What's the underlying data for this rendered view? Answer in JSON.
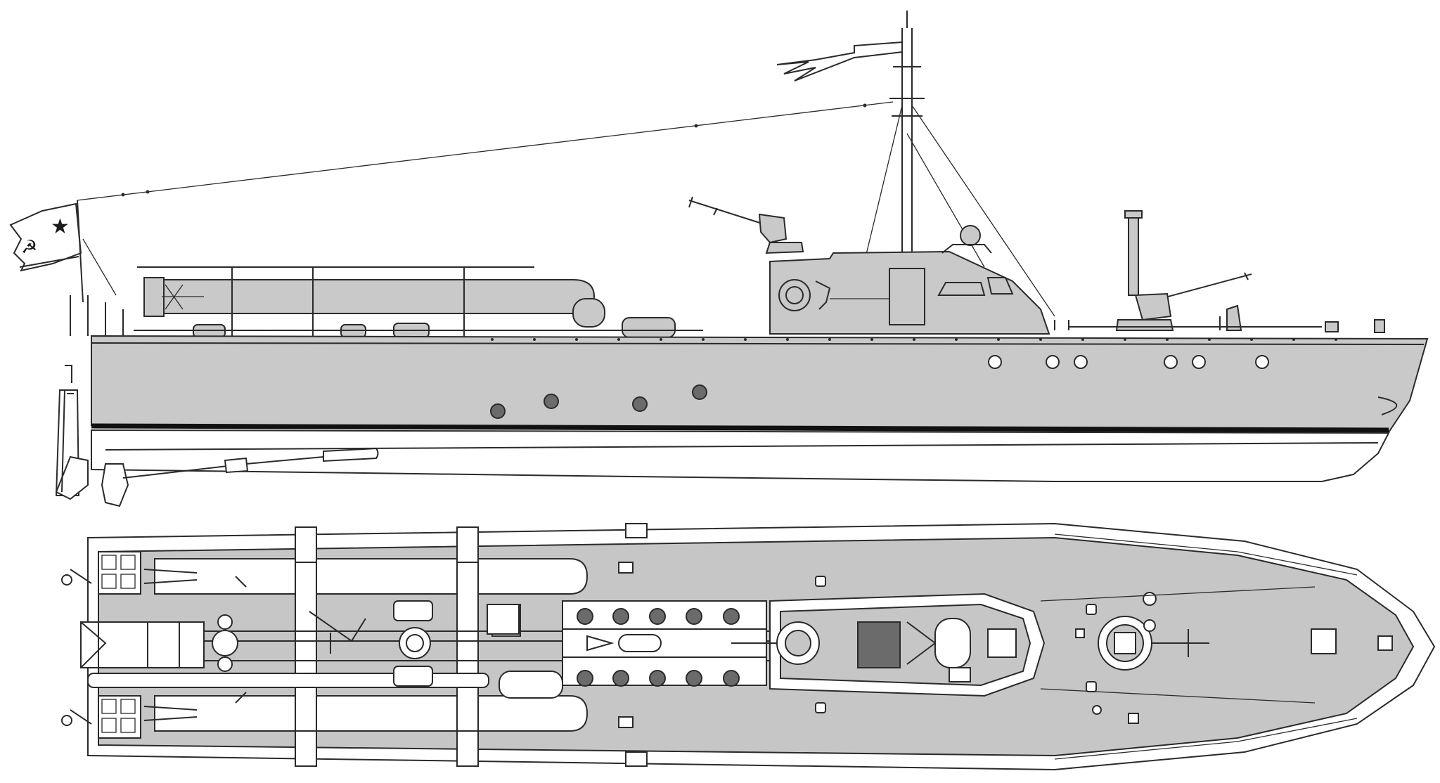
{
  "colors": {
    "hull": "#c9c9c9",
    "deck": "#c6c6c6",
    "outline": "#2a2a2a",
    "waterline": "#111111",
    "porthole_dark": "#6b6b6b",
    "background": "#ffffff",
    "flag": "#f4f4f4"
  },
  "flag_symbols": {
    "star": "★",
    "emblem": "☭"
  },
  "side_view": {
    "portholes_open": 6,
    "scuppers_dark": 4,
    "guns": 2,
    "torpedoes": 1
  },
  "top_view": {
    "deck_vents_dark": 10,
    "torpedoes": 2,
    "turrets": 2
  }
}
